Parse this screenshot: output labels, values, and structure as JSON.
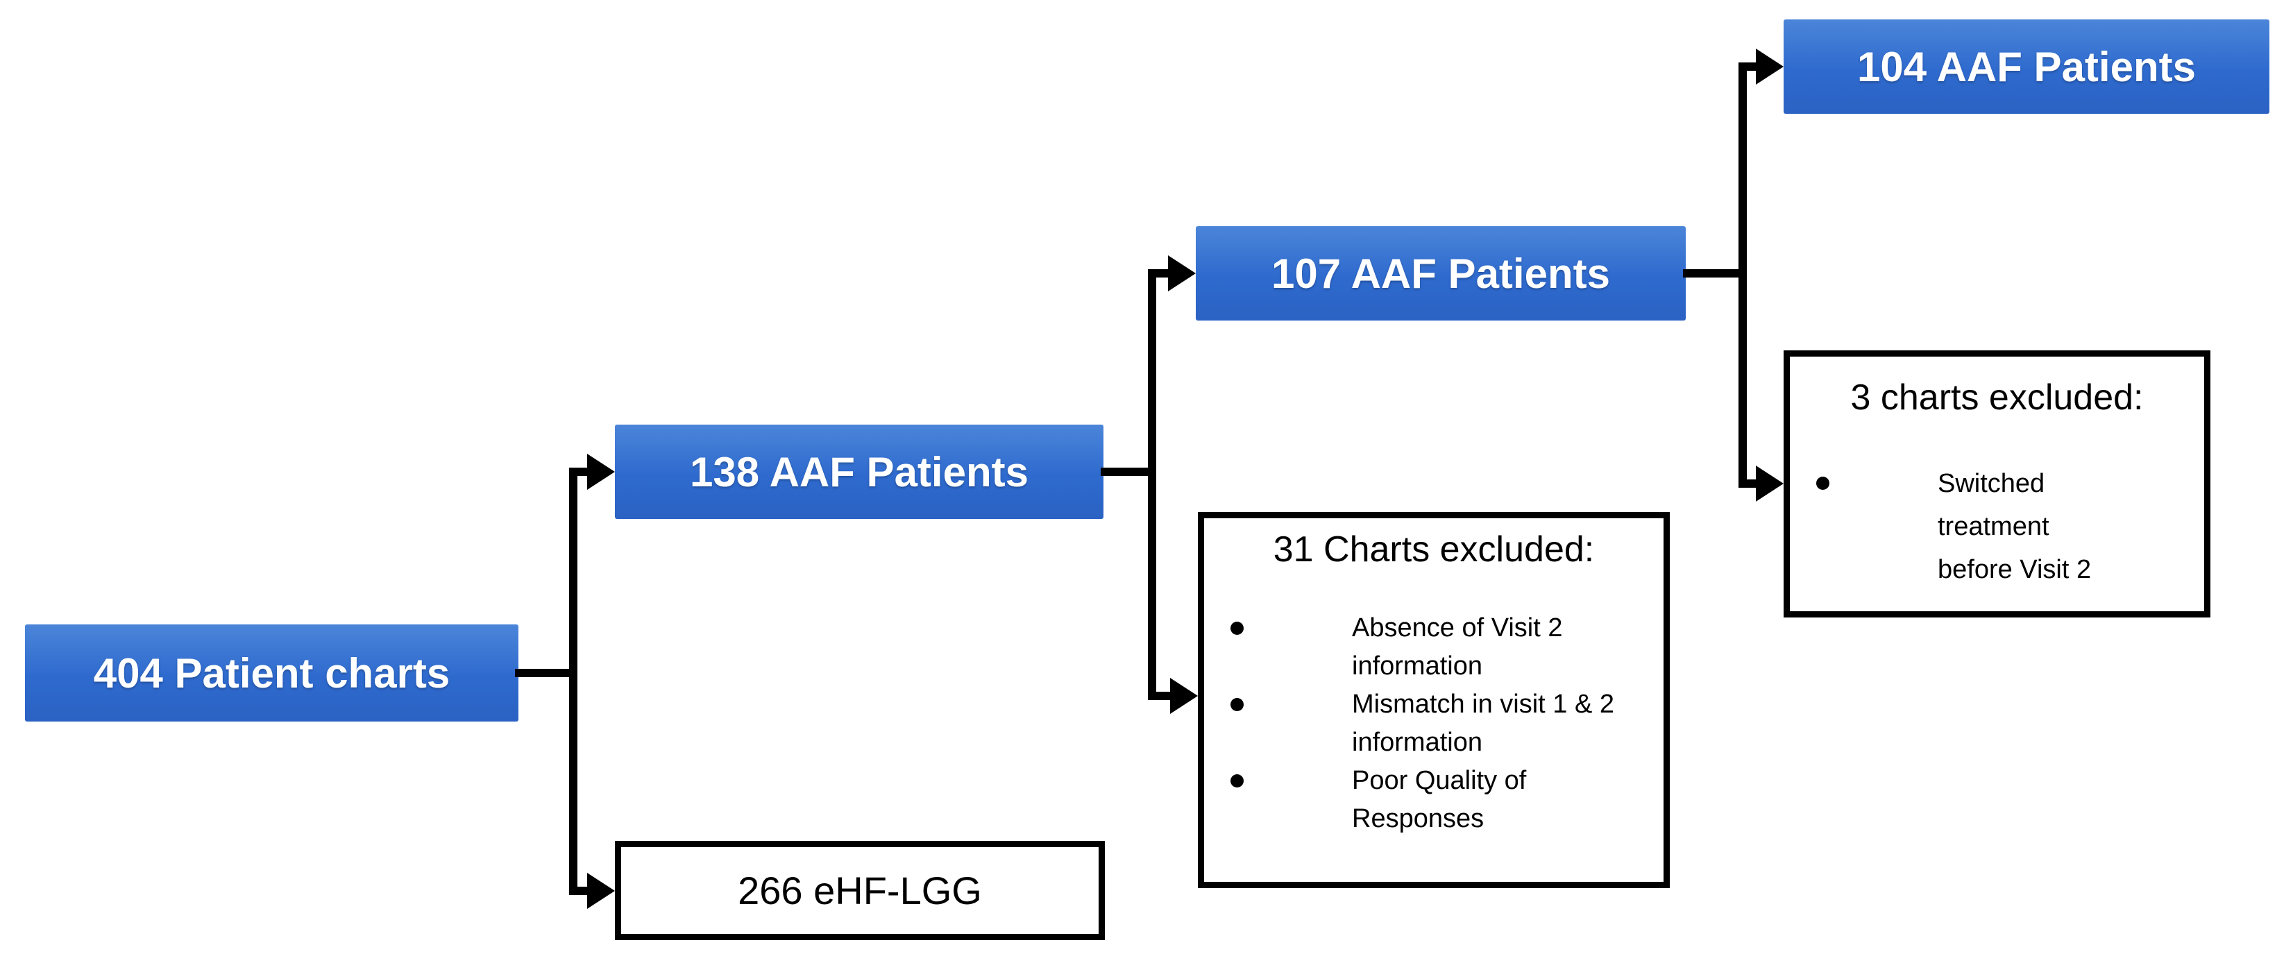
{
  "diagram": {
    "type": "patient-flowchart",
    "nodes": {
      "patient_charts_404": {
        "label": "404 Patient charts"
      },
      "aaf_138": {
        "label": "138 AAF Patients"
      },
      "ehf_lgg_266": {
        "label": "266 eHF-LGG"
      },
      "aaf_107": {
        "label": "107 AAF Patients"
      },
      "aaf_104": {
        "label": "104 AAF Patients"
      },
      "excluded_31": {
        "title": "31 Charts excluded:",
        "bullets": [
          "Absence of Visit 2 information",
          "Mismatch in visit 1 & 2 information",
          "Poor Quality of Responses"
        ]
      },
      "excluded_3": {
        "title": "3 charts excluded:",
        "bullets": [
          "Switched treatment before Visit 2"
        ]
      }
    },
    "edges": [
      {
        "from": "patient_charts_404",
        "to": "aaf_138"
      },
      {
        "from": "patient_charts_404",
        "to": "ehf_lgg_266"
      },
      {
        "from": "aaf_138",
        "to": "aaf_107"
      },
      {
        "from": "aaf_138",
        "to": "excluded_31"
      },
      {
        "from": "aaf_107",
        "to": "aaf_104"
      },
      {
        "from": "aaf_107",
        "to": "excluded_3"
      }
    ],
    "colors": {
      "node_fill_top": "#4b85d9",
      "node_fill_bottom": "#2b62c3",
      "node_text": "#ffffff",
      "plain_node_border": "#000000",
      "plain_node_text": "#000000",
      "connector": "#000000",
      "background": "#ffffff"
    }
  }
}
